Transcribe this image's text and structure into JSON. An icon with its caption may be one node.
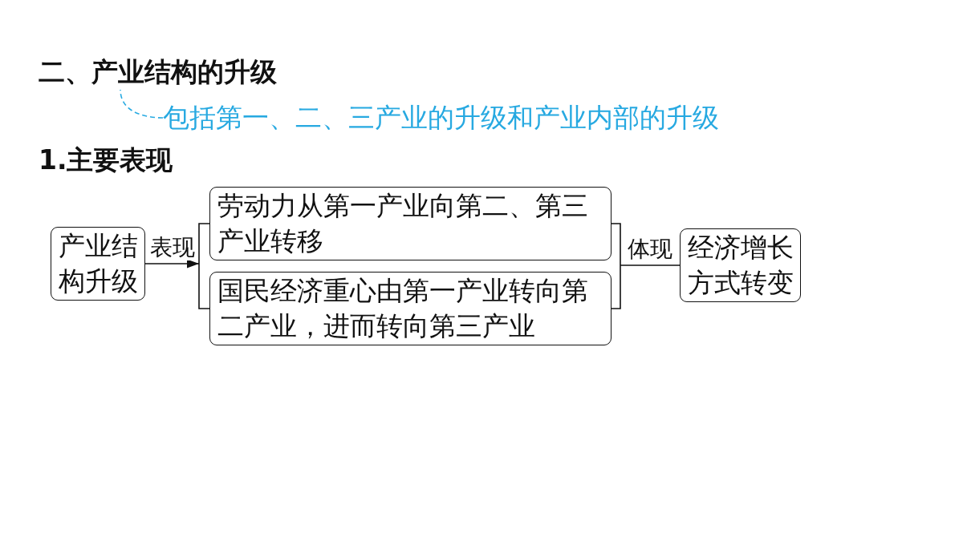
{
  "diagram": {
    "nodes": [
      {
        "text": [
          "二、产业结构的升级"
        ]
      },
      {
        "text": [
          "包括第一、二、三产业的升级和产业内部的升级"
        ]
      },
      {
        "text": [
          "产业结构升级"
        ]
      },
      {
        "text": [
          "劳动力从第一产业向第二、第三产业转移"
        ]
      },
      {
        "text": [
          "国民经济重心由第一产业转向第二产业，进而转向第三产业"
        ]
      },
      {
        "text": [
          "经济增长方式转变"
        ]
      }
    ],
    "edges": [
      {
        "from": 1,
        "to": 0,
        "arrow": "none",
        "style": "dashed",
        "color": "#29abe2"
      },
      {
        "from": 2,
        "to": 3,
        "arrow": "to",
        "label": "表现"
      },
      {
        "from": 2,
        "to": 4,
        "arrow": "to"
      },
      {
        "from": 3,
        "to": 5,
        "arrow": "none",
        "label": "体现"
      },
      {
        "from": 4,
        "to": 5,
        "arrow": "none"
      }
    ],
    "labels": [
      "1.主要表现"
    ]
  }
}
